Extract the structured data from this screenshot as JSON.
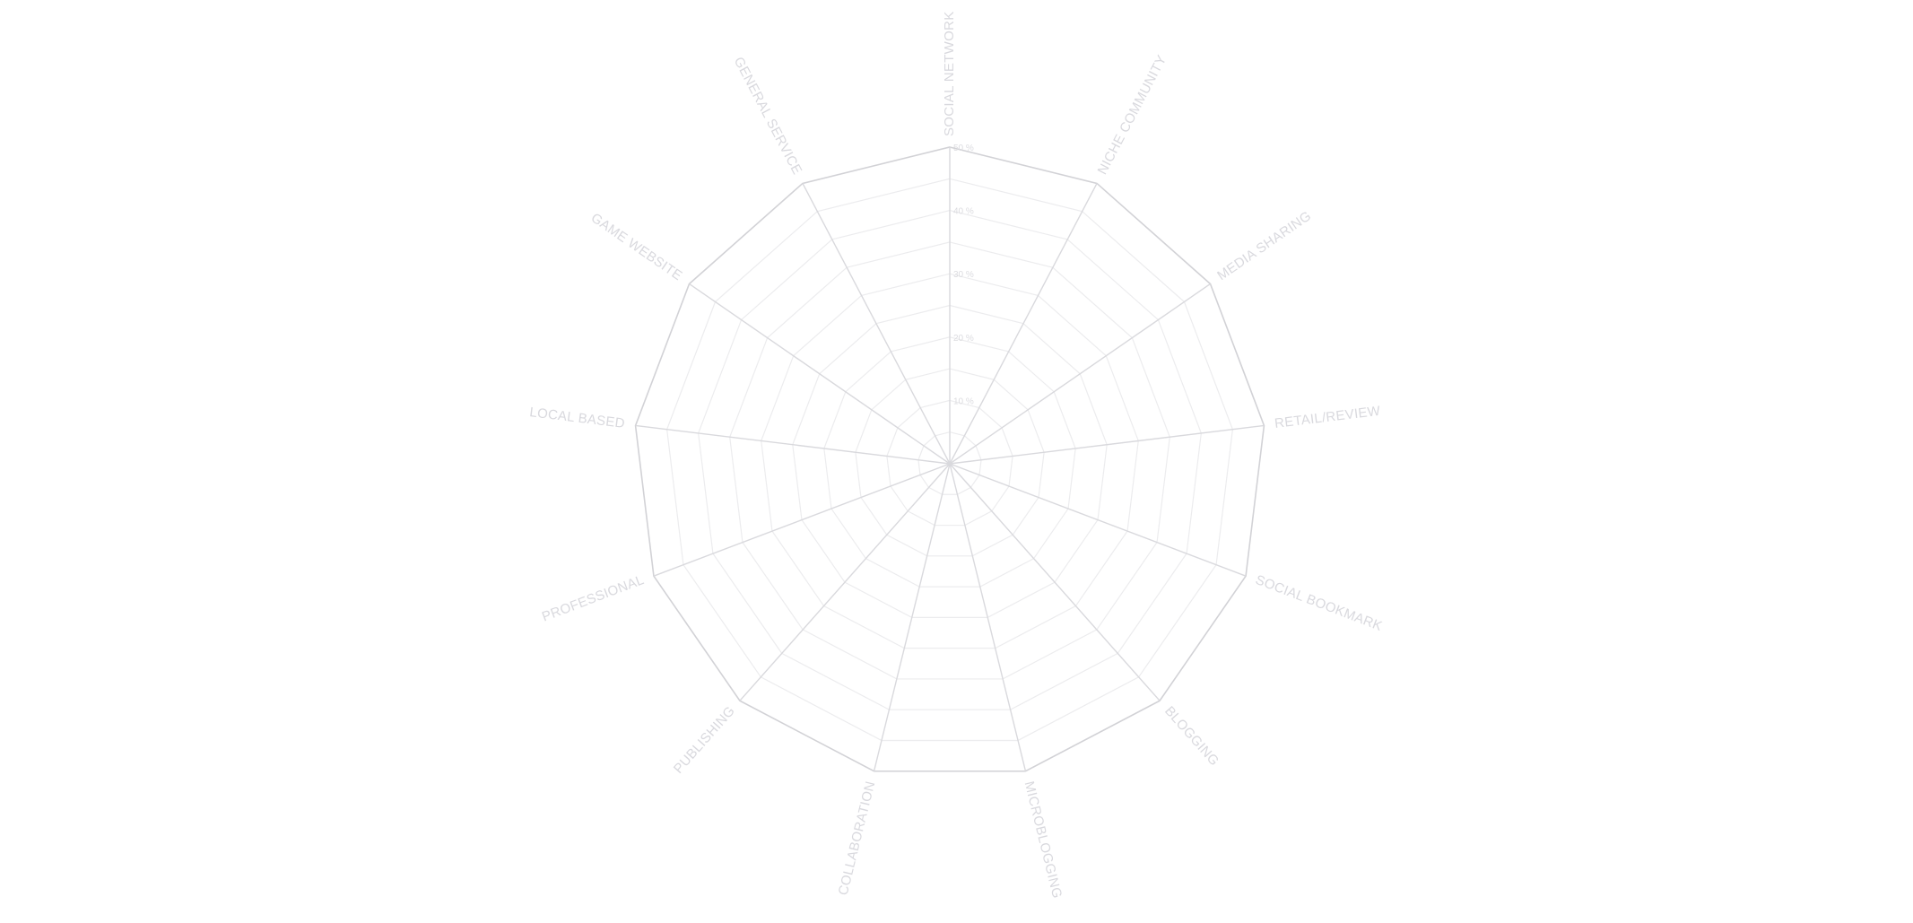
{
  "chart_data": {
    "type": "radar",
    "categories": [
      "SOCIAL NETWORK",
      "NICHE COMMUNITY",
      "MEDIA SHARING",
      "RETAIL/REVIEW",
      "SOCIAL BOOKMARK",
      "BLOGGING",
      "MICROBLOGGING",
      "COLLABORATION",
      "PUBLISHING",
      "PROFESSIONAL",
      "LOCAL BASED",
      "GAME WEBSITE",
      "GENERAL SERVICE"
    ],
    "tick_labels": [
      "10 %",
      "20 %",
      "30 %",
      "40 %",
      "50 %"
    ],
    "ticks": [
      10,
      20,
      30,
      40,
      50
    ],
    "range": [
      0,
      50
    ],
    "grid_steps": 10,
    "series": [],
    "grid": true,
    "colors": {
      "outer_ring": "#d2d2d6",
      "inner_ring": "#ececee",
      "spoke": "#d9d9dd",
      "label": "#d9d9de",
      "tick": "#dcdce0"
    }
  }
}
